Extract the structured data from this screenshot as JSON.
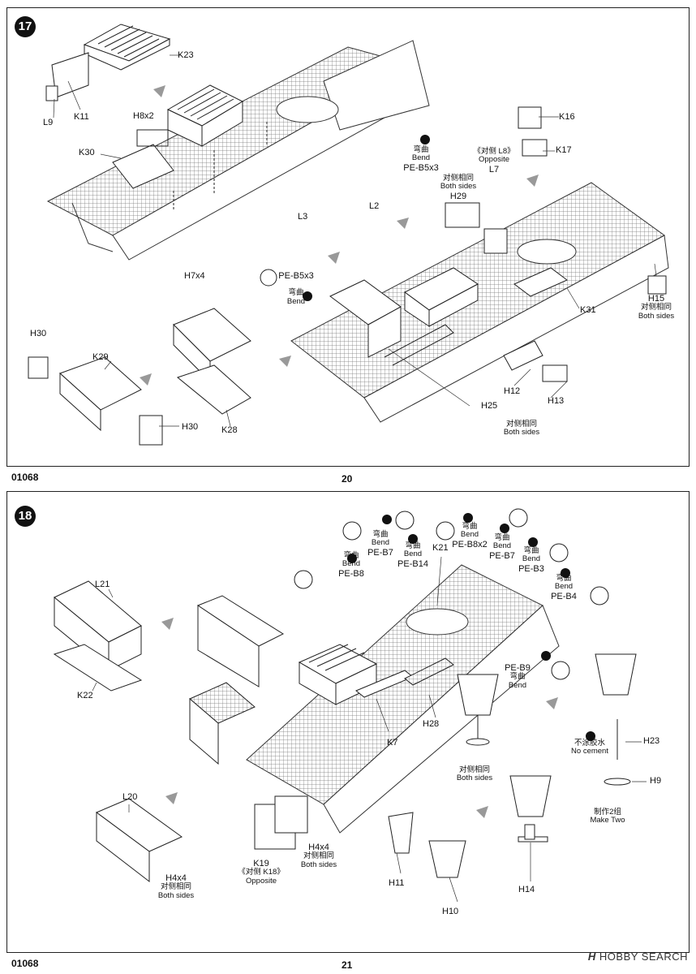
{
  "page_top": {
    "step": "17",
    "code": "01068",
    "page": "20"
  },
  "page_bottom": {
    "step": "18",
    "code": "01068",
    "page": "21"
  },
  "watermark": {
    "text": "HOBBY SEARCH",
    "mark": "H"
  },
  "step17": {
    "K23": "K23",
    "K11": "K11",
    "L9": "L9",
    "H8x2": "H8x2",
    "K30": "K30",
    "bend1_cn": "弯曲",
    "bend1": "Bend",
    "pe_b5x3_a": "PE-B5x3",
    "opp_l8": "《对侧 L8》",
    "opposite": "Opposite",
    "L7": "L7",
    "K16": "K16",
    "K17": "K17",
    "both_cn1": "对侧相同",
    "both1": "Both sides",
    "H29": "H29",
    "L2": "L2",
    "L3": "L3",
    "pe_b5x3_b": "PE-B5x3",
    "bend2_cn": "弯曲",
    "bend2": "Bend",
    "H7x4": "H7x4",
    "H30a": "H30",
    "K29": "K29",
    "H30b": "H30",
    "K28": "K28",
    "K31": "K31",
    "H15": "H15",
    "both_cn2": "对侧相同",
    "both2": "Both sides",
    "H12": "H12",
    "H13": "H13",
    "H25": "H25",
    "both_cn3": "对侧相同",
    "both3": "Both sides"
  },
  "step18": {
    "bend_cn1": "弯曲",
    "bend1": "Bend",
    "pe_b8": "PE-B8",
    "bend_cn2": "弯曲",
    "bend2": "Bend",
    "pe_b7a": "PE-B7",
    "bend_cn3": "弯曲",
    "bend3": "Bend",
    "pe_b14": "PE-B14",
    "K21": "K21",
    "bend_cn4": "弯曲",
    "bend4": "Bend",
    "pe_b8x2": "PE-B8x2",
    "bend_cn5": "弯曲",
    "bend5": "Bend",
    "pe_b7b": "PE-B7",
    "bend_cn6": "弯曲",
    "bend6": "Bend",
    "pe_b3": "PE-B3",
    "bend_cn7": "弯曲",
    "bend7": "Bend",
    "pe_b4": "PE-B4",
    "L21": "L21",
    "K22": "K22",
    "pe_b9": "PE-B9",
    "bend_cn8": "弯曲",
    "bend8": "Bend",
    "H28": "H28",
    "K7": "K7",
    "both_cn1": "对侧相同",
    "both1": "Both sides",
    "no_cement_cn": "不涂胶水",
    "no_cement": "No cement",
    "H23": "H23",
    "H9": "H9",
    "make_two_cn": "制作2组",
    "make_two": "Make Two",
    "L20": "L20",
    "H4x4a": "H4x4",
    "both_cn2": "对侧相同",
    "both2": "Both sides",
    "K19": "K19",
    "opp_k18": "《对侧 K18》",
    "opposite": "Opposite",
    "H4x4b": "H4x4",
    "both_cn3": "对侧相同",
    "both3": "Both sides",
    "H11": "H11",
    "H10": "H10",
    "H14": "H14"
  }
}
